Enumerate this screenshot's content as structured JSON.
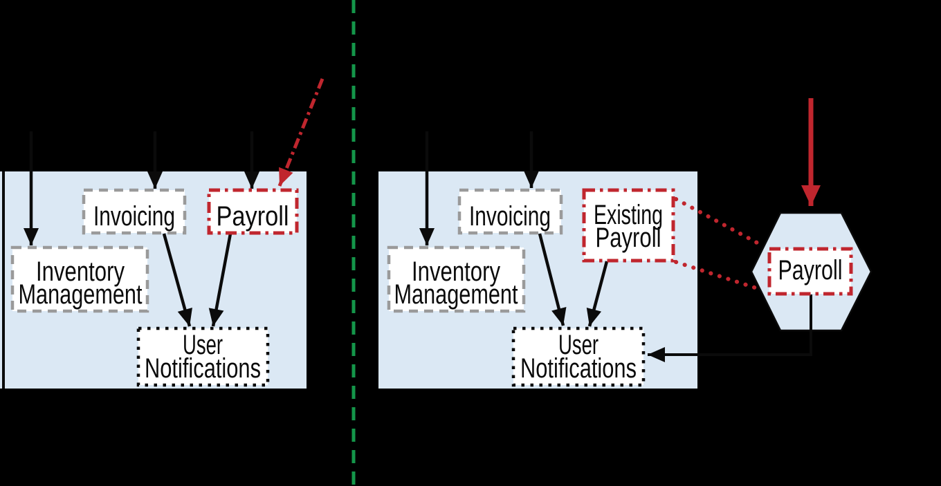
{
  "colors": {
    "background": "#000000",
    "panel_fill": "#dbe8f4",
    "box_fill": "#ffffff",
    "gray_border": "#9a9a9a",
    "ink": "#0b0b0b",
    "red": "#c0262e",
    "green": "#14964a"
  },
  "left_system": {
    "invoicing_label": "Invoicing",
    "payroll_label": "Payroll",
    "inventory_lines": [
      "Inventory",
      "Management"
    ],
    "notifications_lines": [
      "User",
      "Notifications"
    ]
  },
  "right_system": {
    "invoicing_label": "Invoicing",
    "existing_payroll_lines": [
      "Existing",
      "Payroll"
    ],
    "inventory_lines": [
      "Inventory",
      "Management"
    ],
    "notifications_lines": [
      "User",
      "Notifications"
    ]
  },
  "hexagon_service": {
    "payroll_label": "Payroll"
  }
}
